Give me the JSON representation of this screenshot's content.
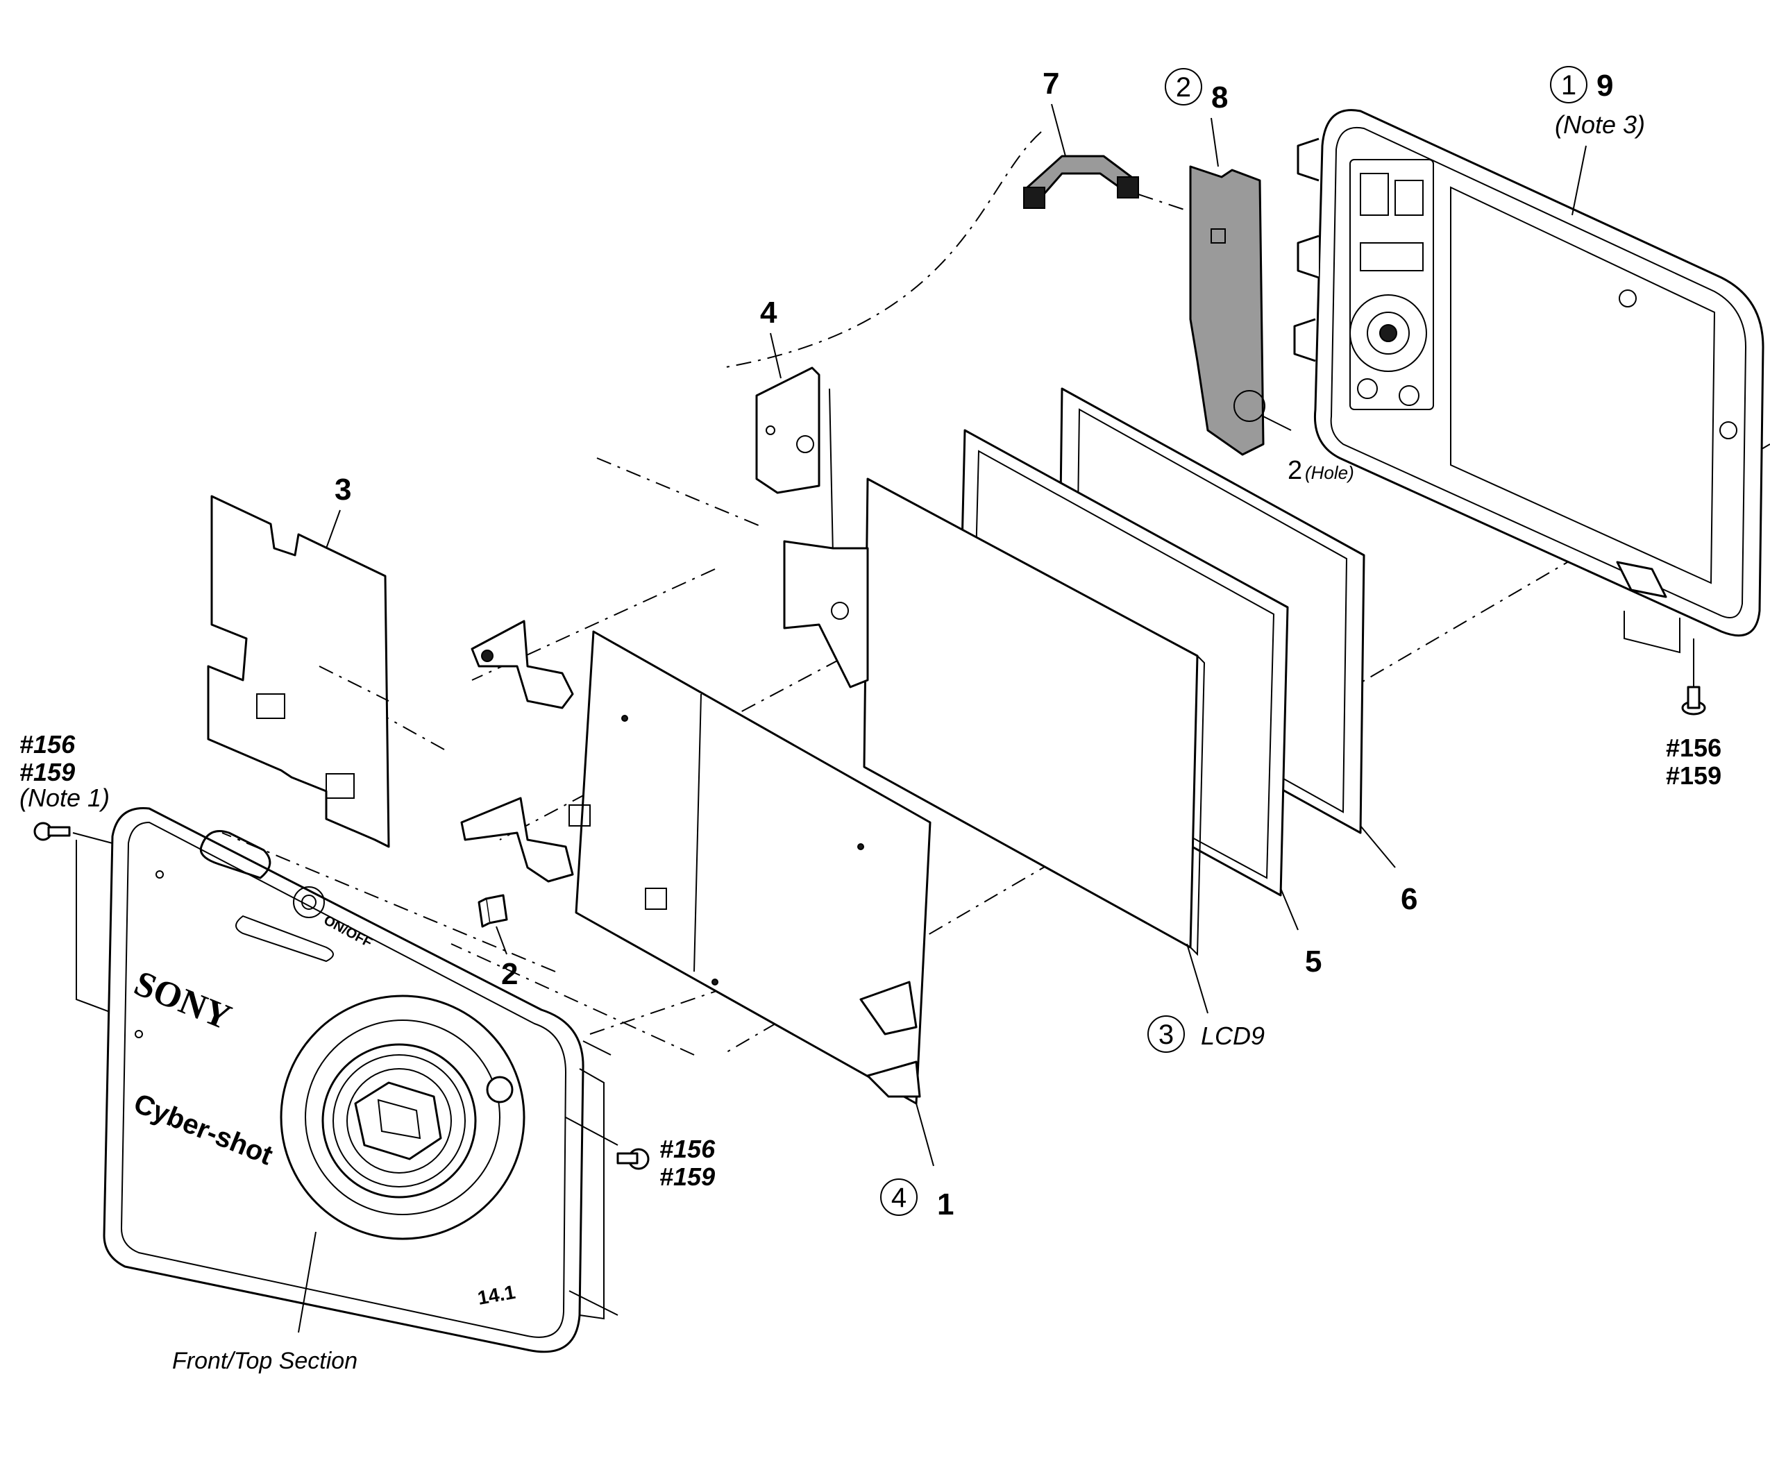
{
  "parts": {
    "p1": {
      "circled": "4",
      "number": "1"
    },
    "p2": {
      "number": "2"
    },
    "p3": {
      "number": "3"
    },
    "p4": {
      "number": "4"
    },
    "p5": {
      "number": "5"
    },
    "p6": {
      "number": "6"
    },
    "p7": {
      "number": "7"
    },
    "p8": {
      "circled": "2",
      "number": "8",
      "hole_label": "2",
      "hole_note": "(Hole)"
    },
    "p9": {
      "circled": "1",
      "number": "9",
      "note": "(Note 3)"
    },
    "lcd": {
      "circled": "3",
      "label": "LCD9"
    }
  },
  "screws": {
    "left": {
      "a": "#156",
      "b": "#159",
      "note": "(Note 1)"
    },
    "front": {
      "a": "#156",
      "b": "#159"
    },
    "right": {
      "a": "#156",
      "b": "#159"
    }
  },
  "section_label": "Front/Top Section",
  "camera": {
    "brand": "SONY",
    "model": "Cyber-shot",
    "power": "ON/OFF",
    "megapixels": "14.1"
  }
}
